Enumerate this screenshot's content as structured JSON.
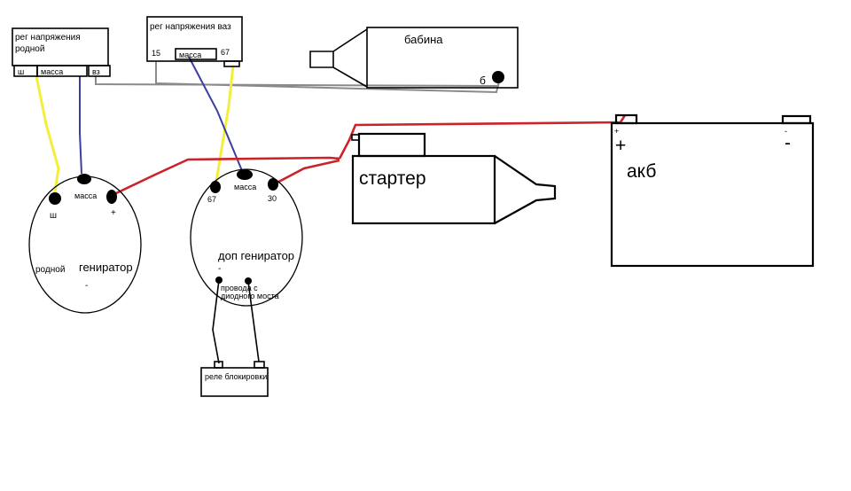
{
  "reg_native": {
    "title_line1": "рег напряжения",
    "title_line2": "родной",
    "terminal_sh": "ш",
    "terminal_massa": "масса",
    "terminal_vz": "вз"
  },
  "reg_vaz": {
    "title": "рег напряжения ваз",
    "terminal_15": "15",
    "terminal_massa": "масса",
    "terminal_67": "67"
  },
  "coil": {
    "title": "бабина",
    "terminal_b": "б"
  },
  "battery": {
    "title": "акб",
    "plus_small": "+",
    "plus_big": "+",
    "minus_small": "-",
    "minus_big": "-"
  },
  "starter": {
    "title": "стартер"
  },
  "generator_native": {
    "label_sh": "ш",
    "label_massa": "масса",
    "label_plus": "+",
    "label_rodnoy": "родной",
    "label_generator": "гениратор",
    "label_minus": "-"
  },
  "generator_extra": {
    "label_67": "67",
    "label_massa": "масса",
    "label_30": "30",
    "label_title": "доп гениратор",
    "label_minus": "-",
    "label_wires_line1": "провода с",
    "label_wires_line2": "диодного моста"
  },
  "relay": {
    "title": "реле блокировки"
  },
  "colors": {
    "red_wire": "#cc2229",
    "yellow_wire": "#f2ee3a",
    "blue_wire": "#3b3fa0",
    "gray_wire": "#8a8a8a",
    "ink": "#000000"
  }
}
